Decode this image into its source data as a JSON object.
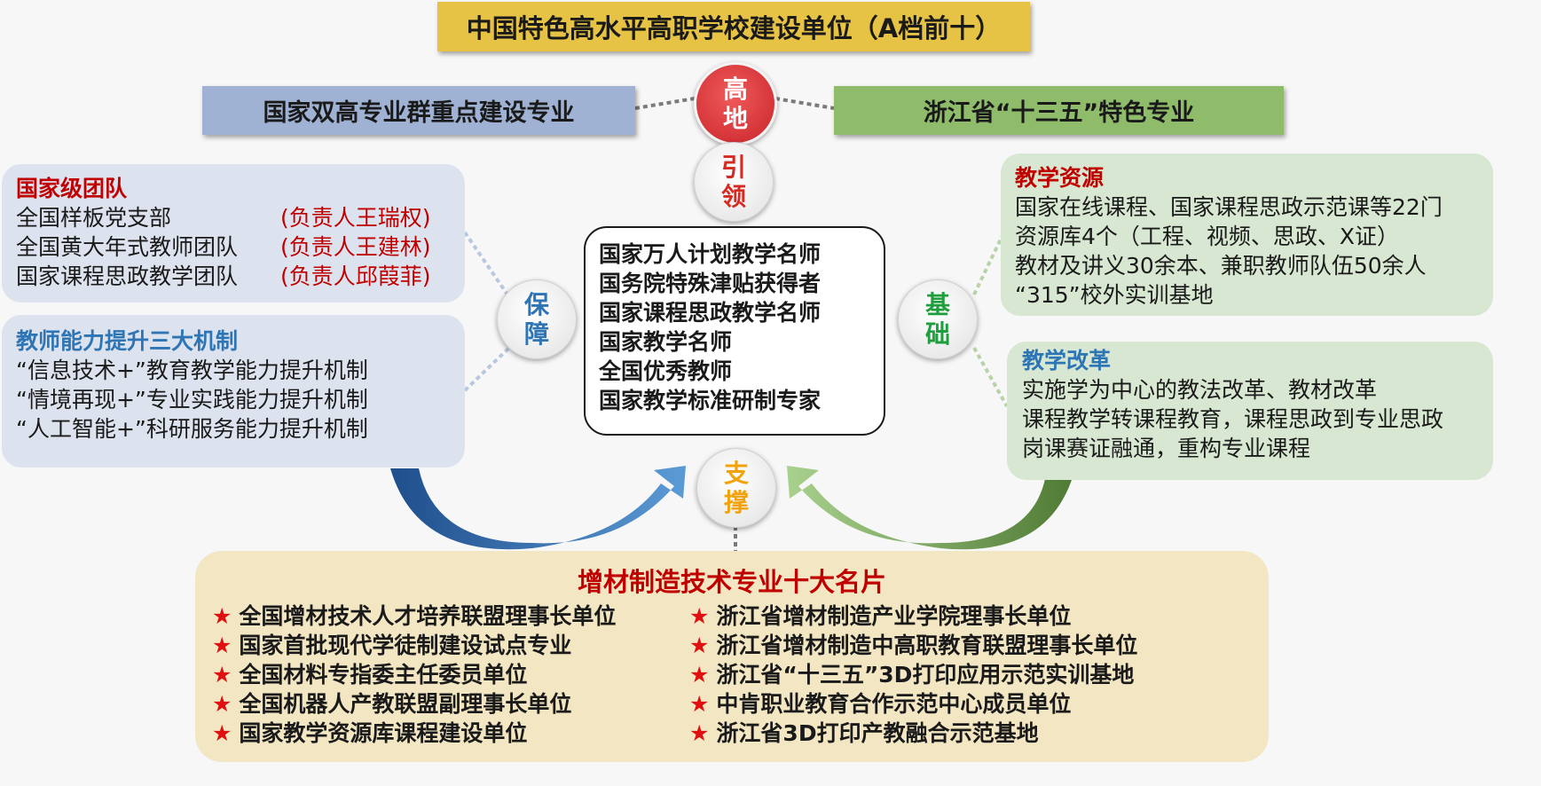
{
  "top_banner": "中国特色高水平高职学校建设单位（A档前十）",
  "left_banner": "国家双高专业群重点建设专业",
  "right_banner": "浙江省“十三五”特色专业",
  "circles": {
    "gaodi": [
      "高",
      "地"
    ],
    "yinling": [
      "引",
      "领"
    ],
    "baozhang": [
      "保",
      "障"
    ],
    "jichu": [
      "基",
      "础"
    ],
    "zhicheng": [
      "支",
      "撑"
    ]
  },
  "team_panel": {
    "heading": "国家级团队",
    "rows": [
      {
        "name": "全国样板党支部",
        "lead": "(负责人王瑞权)"
      },
      {
        "name": "全国黄大年式教师团队",
        "lead": "(负责人王建林)"
      },
      {
        "name": "国家课程思政教学团队",
        "lead": "(负责人邱葭菲)"
      }
    ]
  },
  "mechanism_panel": {
    "heading": "教师能力提升三大机制",
    "lines": [
      "“信息技术+”教育教学能力提升机制",
      "“情境再现+”专业实践能力提升机制",
      "“人工智能+”科研服务能力提升机制"
    ]
  },
  "center_box": {
    "lines": [
      "国家万人计划教学名师",
      "国务院特殊津贴获得者",
      "国家课程思政教学名师",
      "国家教学名师",
      "全国优秀教师",
      "国家教学标准研制专家"
    ]
  },
  "resources_panel": {
    "heading": "教学资源",
    "lines": [
      "国家在线课程、国家课程思政示范课等22门",
      "资源库4个（工程、视频、思政、X证）",
      "教材及讲义30余本、兼职教师队伍50余人",
      "“315”校外实训基地"
    ]
  },
  "reform_panel": {
    "heading": "教学改革",
    "lines": [
      "实施学为中心的教法改革、教材改革",
      "课程教学转课程教育，课程思政到专业思政",
      "岗课赛证融通，重构专业课程"
    ]
  },
  "bottom_panel": {
    "title": "增材制造技术专业十大名片",
    "star": "★",
    "left_items": [
      "全国增材技术人才培养联盟理事长单位",
      "国家首批现代学徒制建设试点专业",
      "全国材料专指委主任委员单位",
      "全国机器人产教联盟副理事长单位",
      "国家教学资源库课程建设单位"
    ],
    "right_items": [
      "浙江省增材制造产业学院理事长单位",
      "浙江省增材制造中高职教育联盟理事长单位",
      "浙江省“十三五”3D打印应用示范实训基地",
      "中肯职业教育合作示范中心成员单位",
      "浙江省3D打印产教融合示范基地"
    ]
  },
  "colors": {
    "title_banner": "#e6c245",
    "left_banner": "#9fb2d3",
    "right_banner": "#8fbc6a",
    "blue_arrow": "#2e75b6",
    "green_arrow": "#6f9c4a",
    "red_text": "#c00000"
  }
}
